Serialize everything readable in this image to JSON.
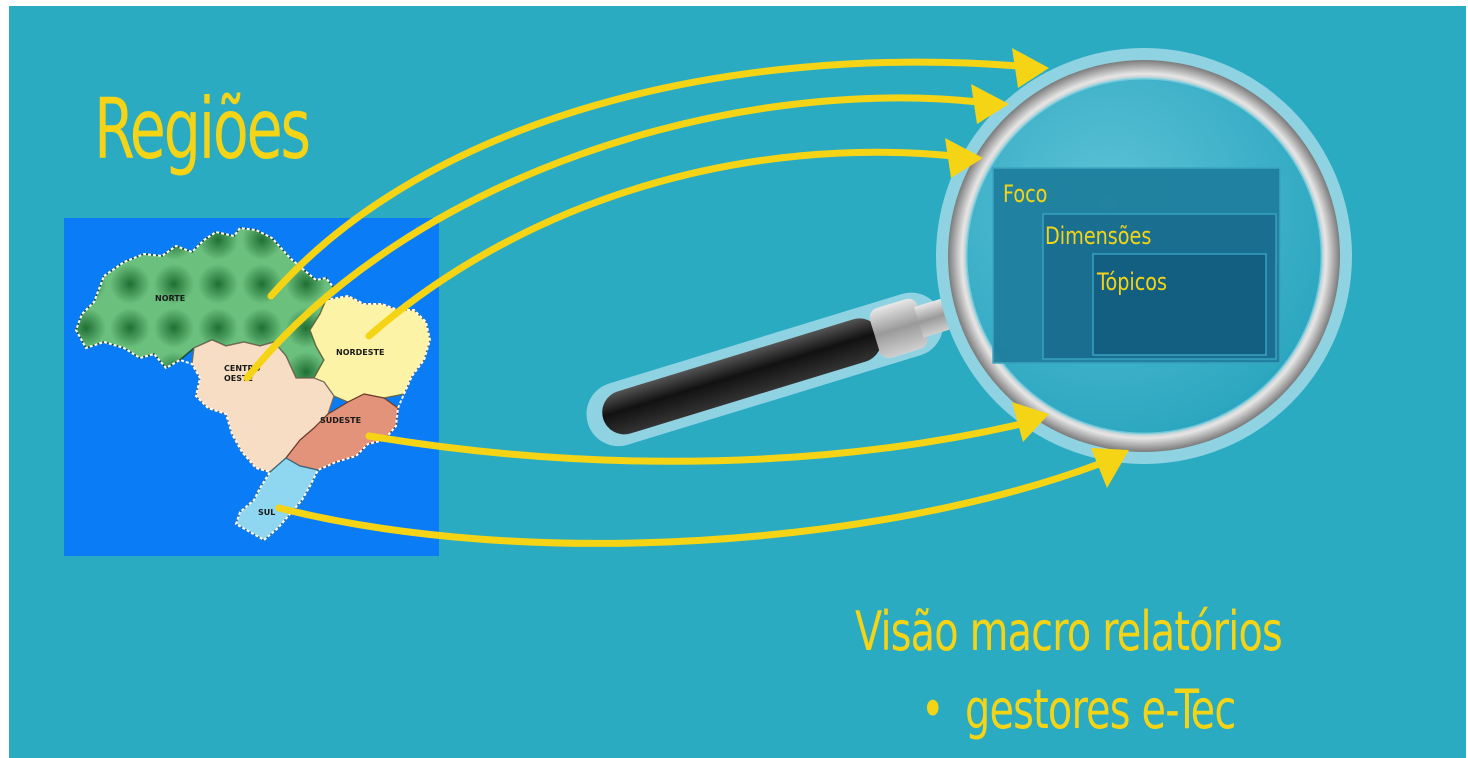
{
  "slide": {
    "title": "Regiões",
    "subtitle_line1": "Visão macro relatórios",
    "subtitle_bullet": "•",
    "subtitle_line2": "gestores e-Tec"
  },
  "map": {
    "regions": [
      {
        "name": "norte",
        "label": "NORTE",
        "color": "#3f9a55"
      },
      {
        "name": "nordeste",
        "label": "NORDESTE",
        "color": "#fdf3a6"
      },
      {
        "name": "centro-oeste",
        "label": "CENTRO OESTE",
        "color": "#f6ddc3"
      },
      {
        "name": "sudeste",
        "label": "SUDESTE",
        "color": "#e4937b"
      },
      {
        "name": "sul",
        "label": "SUL",
        "color": "#8fd7f0"
      }
    ],
    "background": "#0a7cf6"
  },
  "magnifier": {
    "levels": [
      {
        "label": "Foco"
      },
      {
        "label": "Dimensões"
      },
      {
        "label": "Tópicos"
      }
    ]
  },
  "colors": {
    "background": "#2aabc2",
    "accent": "#f5d416",
    "arrow": "#f5d416"
  }
}
